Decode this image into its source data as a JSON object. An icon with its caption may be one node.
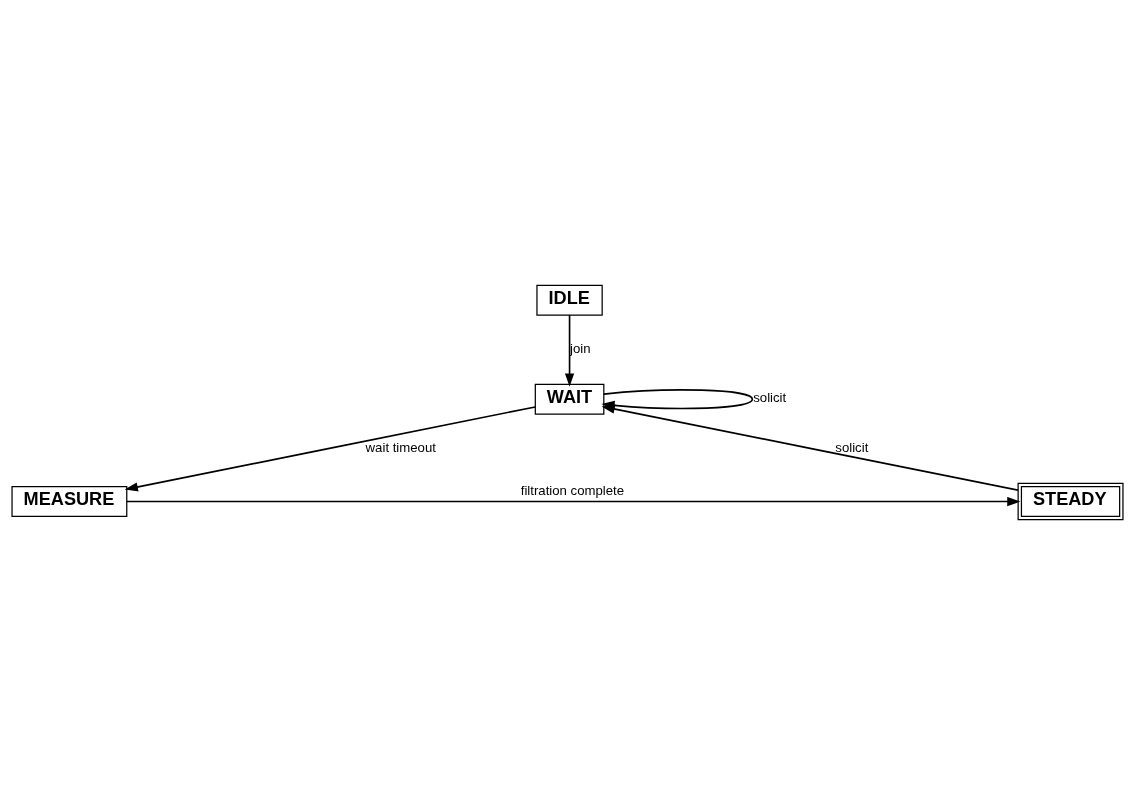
{
  "diagram": {
    "nodes": [
      {
        "text": [
          "IDLE"
        ]
      },
      {
        "text": [
          "WAIT"
        ]
      },
      {
        "text": [
          "MEASURE"
        ]
      },
      {
        "text": [
          "STEADY"
        ]
      }
    ],
    "edges": [
      {
        "from": 0,
        "to": 1,
        "arrow": "to",
        "label": "join"
      },
      {
        "from": 1,
        "to": 1,
        "arrow": "to",
        "label": "solicit"
      },
      {
        "from": 1,
        "to": 2,
        "arrow": "to",
        "label": "wait timeout"
      },
      {
        "from": 2,
        "to": 3,
        "arrow": "to",
        "label": "filtration complete"
      },
      {
        "from": 3,
        "to": 1,
        "arrow": "to",
        "label": "solicit"
      }
    ]
  }
}
